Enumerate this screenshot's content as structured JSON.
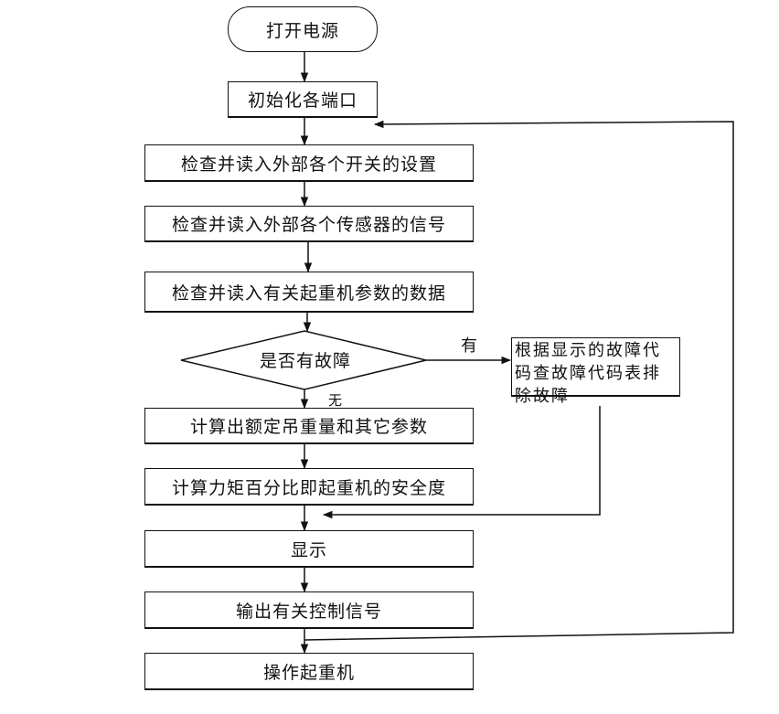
{
  "flowchart": {
    "start": "打开电源",
    "init": "初始化各端口",
    "read_switches": "检查并读入外部各个开关的设置",
    "read_sensors": "检查并读入外部各个传感器的信号",
    "read_params": "检查并读入有关起重机参数的数据",
    "decision": "是否有故障",
    "label_yes": "有",
    "label_no": "无",
    "fault_handling": "根据显示的故障代码查故障代码表排除故障",
    "compute_load": "计算出额定吊重量和其它参数",
    "compute_moment": "计算力矩百分比即起重机的安全度",
    "display": "显示",
    "output_signal": "输出有关控制信号",
    "operate": "操作起重机"
  }
}
